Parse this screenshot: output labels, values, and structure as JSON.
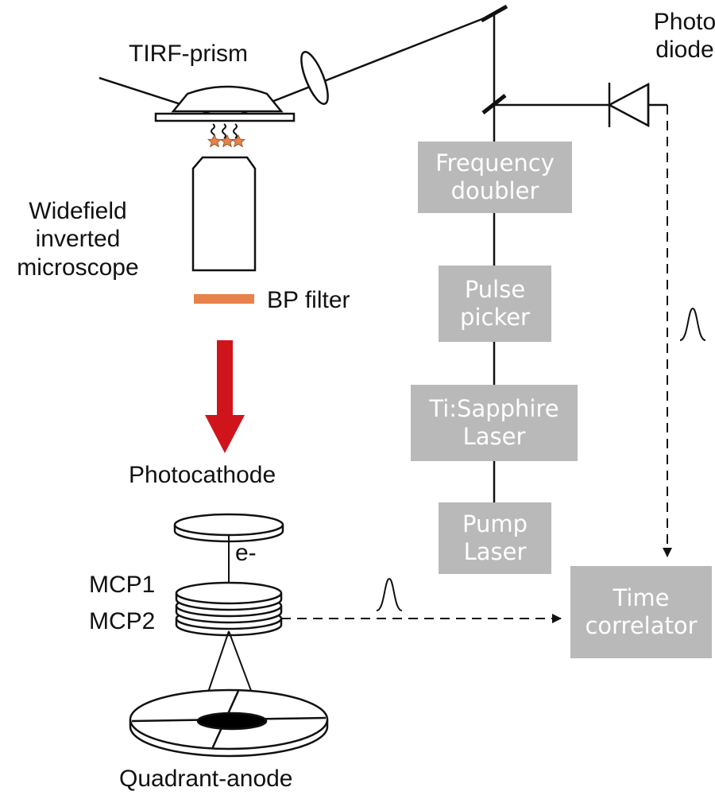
{
  "labels": {
    "tirf_prism": "TIRF-prism",
    "photo_diode": [
      "Photo",
      "diode"
    ],
    "widefield": [
      "Widefield",
      "inverted",
      "microscope"
    ],
    "bp_filter": "BP filter",
    "photocathode": "Photocathode",
    "electron": "e-",
    "mcp1": "MCP1",
    "mcp2": "MCP2",
    "quadrant_anode": "Quadrant-anode"
  },
  "boxes": {
    "frequency_doubler": [
      "Frequency",
      "doubler"
    ],
    "pulse_picker": [
      "Pulse",
      "picker"
    ],
    "ti_sapphire": [
      "Ti:Sapphire",
      "Laser"
    ],
    "pump_laser": [
      "Pump",
      "Laser"
    ],
    "time_correlator": [
      "Time",
      "correlator"
    ]
  },
  "colors": {
    "box_fill": "#b9b9b9",
    "box_text": "#ffffff",
    "arrow_red": "#d0141b",
    "bp_filter": "#e8814a",
    "sample_star": "#e8814a",
    "line": "#111111"
  }
}
